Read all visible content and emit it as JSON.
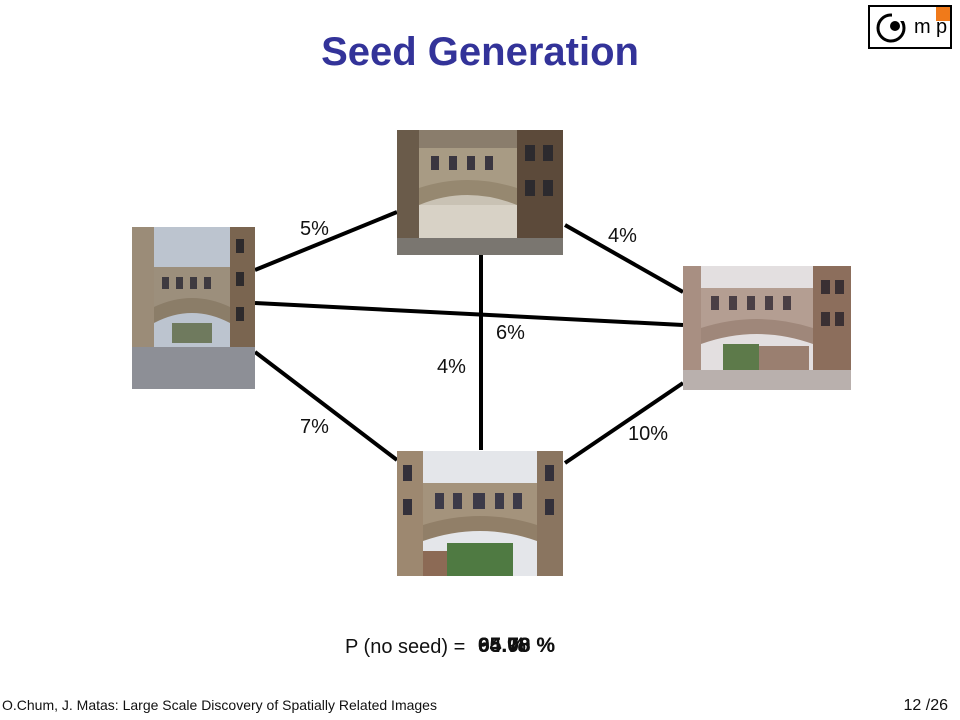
{
  "slide": {
    "title": "Seed Generation",
    "logo": {
      "text_m": "m",
      "text_p": "p",
      "accent_color": "#f07a1a"
    }
  },
  "graph": {
    "images": [
      {
        "id": "top",
        "icon": "bridge-photo"
      },
      {
        "id": "left",
        "icon": "bridge-photo"
      },
      {
        "id": "right",
        "icon": "bridge-photo"
      },
      {
        "id": "bottom",
        "icon": "bridge-photo"
      }
    ],
    "edges": [
      {
        "from": "left",
        "to": "top",
        "label": "5%"
      },
      {
        "from": "top",
        "to": "right",
        "label": "4%"
      },
      {
        "from": "left",
        "to": "right",
        "label": "6%"
      },
      {
        "from": "top",
        "to": "bottom",
        "label": "4%"
      },
      {
        "from": "left",
        "to": "bottom",
        "label": "7%"
      },
      {
        "from": "right",
        "to": "bottom",
        "label": "10%"
      }
    ]
  },
  "probability": {
    "label": "P (no seed) =",
    "values": [
      "95 %",
      "65.78 %",
      "64.00 %"
    ]
  },
  "footer": {
    "citation": "O.Chum, J. Matas:  Large Scale Discovery of Spatially Related Images",
    "page": "12 /26"
  }
}
